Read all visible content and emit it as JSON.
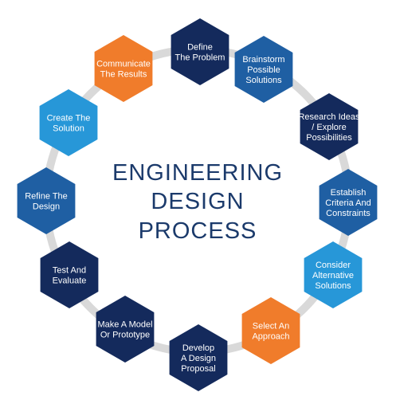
{
  "title": {
    "lines": [
      "ENGINEERING",
      "DESIGN",
      "PROCESS"
    ]
  },
  "colors": {
    "navy": "#142a5c",
    "blue": "#1f5fa3",
    "light_blue": "#2797d8",
    "orange": "#f07c2b",
    "ring": "#d9d9d9",
    "title": "#1b3a6b"
  },
  "steps": [
    {
      "label": [
        "Define",
        "The Problem"
      ],
      "color": "navy"
    },
    {
      "label": [
        "Brainstorm",
        "Possible",
        "Solutions"
      ],
      "color": "blue"
    },
    {
      "label": [
        "Research Ideas",
        "/ Explore",
        "Possibilities"
      ],
      "color": "navy"
    },
    {
      "label": [
        "Establish",
        "Criteria And",
        "Constraints"
      ],
      "color": "blue"
    },
    {
      "label": [
        "Consider",
        "Alternative",
        "Solutions"
      ],
      "color": "light_blue"
    },
    {
      "label": [
        "Select An",
        "Approach"
      ],
      "color": "orange"
    },
    {
      "label": [
        "Develop",
        "A Design",
        "Proposal"
      ],
      "color": "navy"
    },
    {
      "label": [
        "Make A Model",
        "Or Prototype"
      ],
      "color": "navy"
    },
    {
      "label": [
        "Test And",
        "Evaluate"
      ],
      "color": "navy"
    },
    {
      "label": [
        "Refine The",
        "Design"
      ],
      "color": "blue"
    },
    {
      "label": [
        "Create The",
        "Solution"
      ],
      "color": "light_blue"
    },
    {
      "label": [
        "Communicate",
        "The Results"
      ],
      "color": "orange"
    }
  ]
}
